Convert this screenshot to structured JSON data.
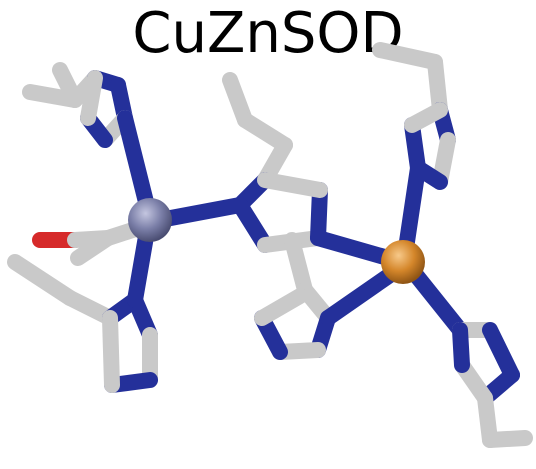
{
  "title": "CuZnSOD",
  "colors": {
    "carbon": "#c9c9c9",
    "nitrogen": "#24309a",
    "oxygen": "#d62a2a",
    "zinc": "#7b7fa8",
    "copper": "#d4862a"
  },
  "atoms": {
    "zinc": "Zn",
    "copper": "Cu"
  }
}
